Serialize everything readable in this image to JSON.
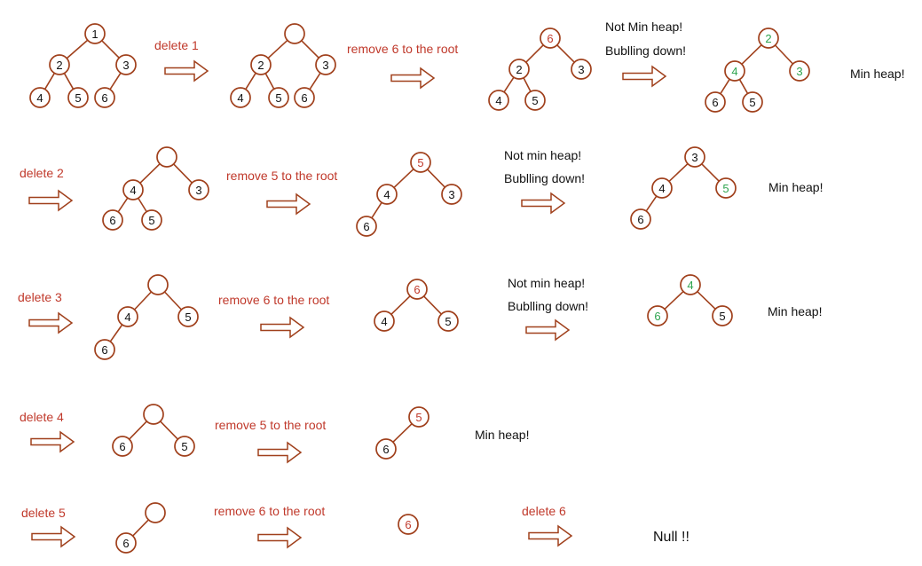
{
  "colors": {
    "node_stroke": "#a0401c",
    "edge": "#a0401c",
    "red_text": "#c0392b",
    "black_text": "#111111",
    "green_text": "#2ea44f",
    "arrow": "#a0401c"
  },
  "labels": {
    "delete_1": "delete   1",
    "remove_6_root_a": "remove 6 to the root",
    "not_min_heap_a": "Not Min heap!",
    "bubbling_a": "Bublling down!",
    "min_heap_a": "Min heap!",
    "delete_2": "delete  2",
    "remove_5_root_a": "remove  5  to the root",
    "not_min_heap_b": "Not min heap!",
    "bubbling_b": "Bublling down!",
    "min_heap_b": "Min heap!",
    "delete_3": "delete  3",
    "remove_6_root_b": "remove  6  to the root",
    "not_min_heap_c": "Not  min heap!",
    "bubbling_c": "Bublling down!",
    "min_heap_c": "Min heap!",
    "delete_4": "delete  4",
    "remove_5_root_b": "remove 5 to the root",
    "min_heap_d": "Min heap!",
    "delete_5": "delete  5",
    "remove_6_root_c": "remove 6 to the root",
    "delete_6": "delete  6",
    "null": "Null !!"
  },
  "nodes": {
    "r1t1": [
      "1",
      "2",
      "3",
      "4",
      "5",
      "6"
    ],
    "r1t2": [
      "",
      "2",
      "3",
      "4",
      "5",
      "6"
    ],
    "r1t3": [
      "6",
      "2",
      "3",
      "4",
      "5"
    ],
    "r1t4": [
      "2",
      "4",
      "3",
      "6",
      "5"
    ],
    "r2t1": [
      "",
      "4",
      "3",
      "6",
      "5"
    ],
    "r2t2": [
      "5",
      "4",
      "3",
      "6"
    ],
    "r2t3": [
      "3",
      "4",
      "5",
      "6"
    ],
    "r3t1": [
      "",
      "4",
      "5",
      "6"
    ],
    "r3t2": [
      "6",
      "4",
      "5"
    ],
    "r3t3": [
      "4",
      "6",
      "5"
    ],
    "r4t1": [
      "",
      "6",
      "5"
    ],
    "r4t2": [
      "5",
      "6"
    ],
    "r5t1": [
      "",
      "6"
    ],
    "r5t2": [
      "6"
    ]
  }
}
